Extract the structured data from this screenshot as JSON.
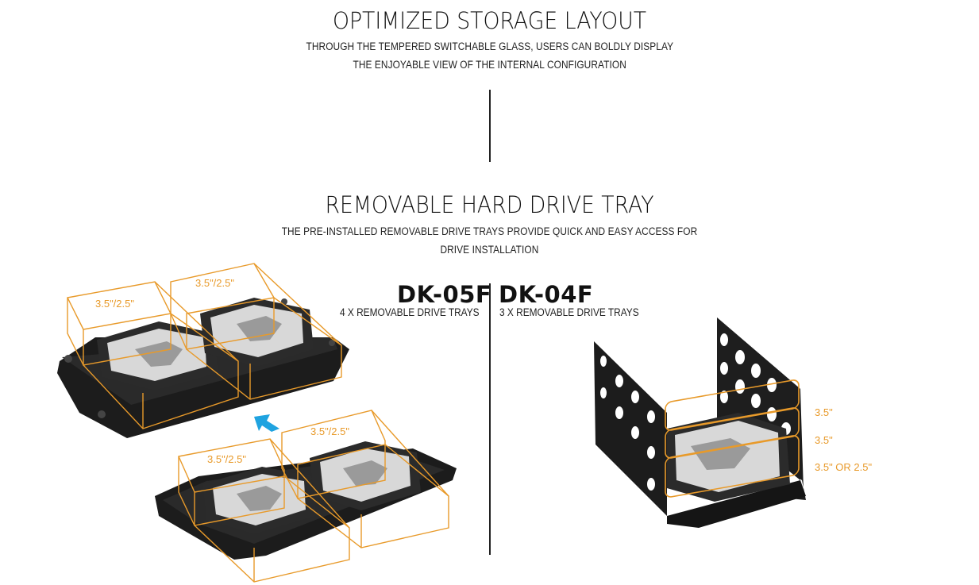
{
  "section1": {
    "title": "OPTIMIZED STORAGE LAYOUT",
    "line1": "THROUGH THE TEMPERED SWITCHABLE GLASS, USERS CAN BOLDLY DISPLAY",
    "line2": "THE ENJOYABLE VIEW OF THE INTERNAL CONFIGURATION"
  },
  "section2": {
    "title": "REMOVABLE HARD DRIVE TRAY",
    "line1": "THE PRE-INSTALLED REMOVABLE DRIVE TRAYS PROVIDE QUICK AND EASY ACCESS FOR",
    "line2": "DRIVE INSTALLATION"
  },
  "dk05f": {
    "name": "DK-05F",
    "desc": "4 X REMOVABLE DRIVE TRAYS"
  },
  "dk04f": {
    "name": "DK-04F",
    "desc": "3 X REMOVABLE DRIVE TRAYS"
  },
  "tray_labels": {
    "top_left": "3.5\"/2.5\"",
    "top_right": "3.5\"/2.5\"",
    "bottom_left": "3.5\"/2.5\"",
    "bottom_right": "3.5\"/2.5\""
  },
  "bay_labels": {
    "bay1": "3.5\"",
    "bay2": "3.5\"",
    "bay3": "3.5\" OR 2.5\""
  },
  "colors": {
    "accent_orange": "#e89a2a",
    "arrow_blue": "#1fa3e0",
    "metal": "#1c1c1c"
  }
}
